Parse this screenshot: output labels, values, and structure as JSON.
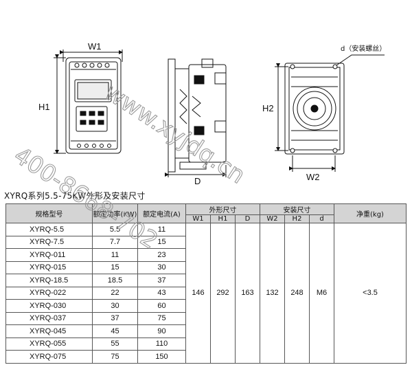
{
  "dimension_labels": {
    "w1": "W1",
    "h1": "H1",
    "d": "D",
    "h2": "H2",
    "w2": "W2",
    "screw_callout": "d（安装螺丝）"
  },
  "section_title": "XYRQ系列5.5-75KW外形及安装尺寸",
  "table": {
    "headers": {
      "model": "规格型号",
      "power": "额定功率(KW)",
      "current": "额定电流(A)",
      "outline_group": "外形尺寸",
      "install_group": "安装尺寸",
      "weight": "净重(kg)",
      "w1": "W1",
      "h1": "H1",
      "d": "D",
      "w2": "W2",
      "h2": "H2",
      "screw": "d"
    },
    "rows": [
      {
        "model": "XYRQ-5.5",
        "power": "5.5",
        "current": "11"
      },
      {
        "model": "XYRQ-7.5",
        "power": "7.7",
        "current": "15"
      },
      {
        "model": "XYRQ-011",
        "power": "11",
        "current": "23"
      },
      {
        "model": "XYRQ-015",
        "power": "15",
        "current": "30"
      },
      {
        "model": "XYRQ-18.5",
        "power": "18.5",
        "current": "37"
      },
      {
        "model": "XYRQ-022",
        "power": "22",
        "current": "43"
      },
      {
        "model": "XYRQ-030",
        "power": "30",
        "current": "60"
      },
      {
        "model": "XYRQ-037",
        "power": "37",
        "current": "75"
      },
      {
        "model": "XYRQ-045",
        "power": "45",
        "current": "90"
      },
      {
        "model": "XYRQ-055",
        "power": "55",
        "current": "110"
      },
      {
        "model": "XYRQ-075",
        "power": "75",
        "current": "150"
      }
    ],
    "shared": {
      "w1": "146",
      "h1": "292",
      "d": "163",
      "w2": "132",
      "h2": "248",
      "screw": "M6",
      "weight": "<3.5"
    }
  },
  "watermark": {
    "phone": "400-8668-702",
    "site": "www.xyjdq.cn"
  }
}
